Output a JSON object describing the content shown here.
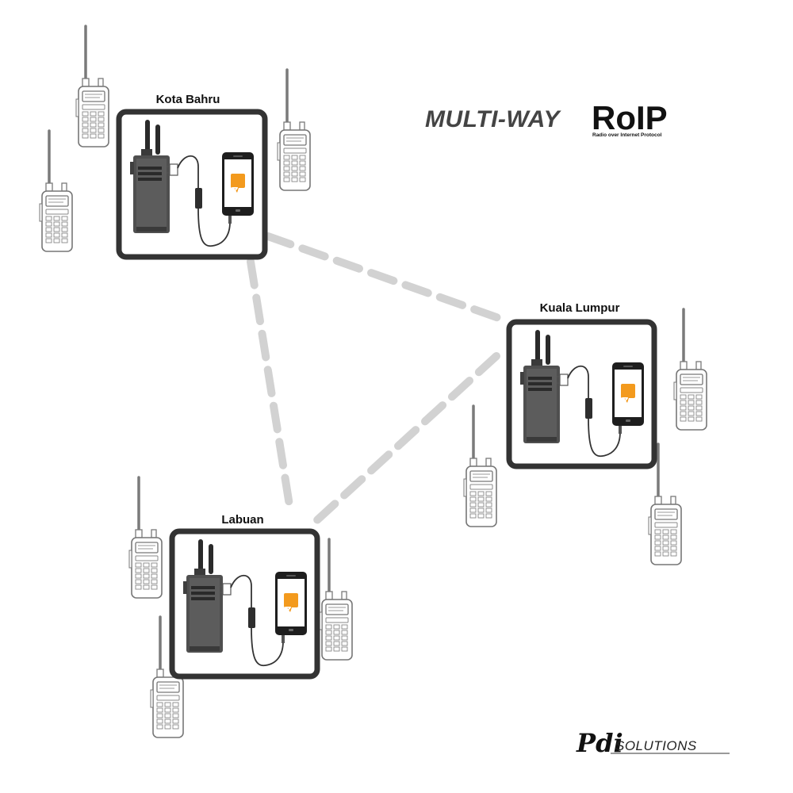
{
  "title": {
    "main": "MULTI-WAY",
    "roip": "RoIP",
    "subtitle": "Radio over Internet Protocol"
  },
  "nodes": {
    "kota_bahru": {
      "label": "Kota Bahru"
    },
    "kuala_lumpur": {
      "label": "Kuala Lumpur"
    },
    "labuan": {
      "label": "Labuan"
    }
  },
  "app_icon_letter": "Z",
  "logo": {
    "script": "Pdi",
    "text": "SOLUTIONS"
  },
  "colors": {
    "box_border": "#333333",
    "link_dash": "#d2d2d2",
    "app_icon": "#f39a1d",
    "radio_body": "#4a4a4a",
    "handheld_outline": "#777777"
  }
}
